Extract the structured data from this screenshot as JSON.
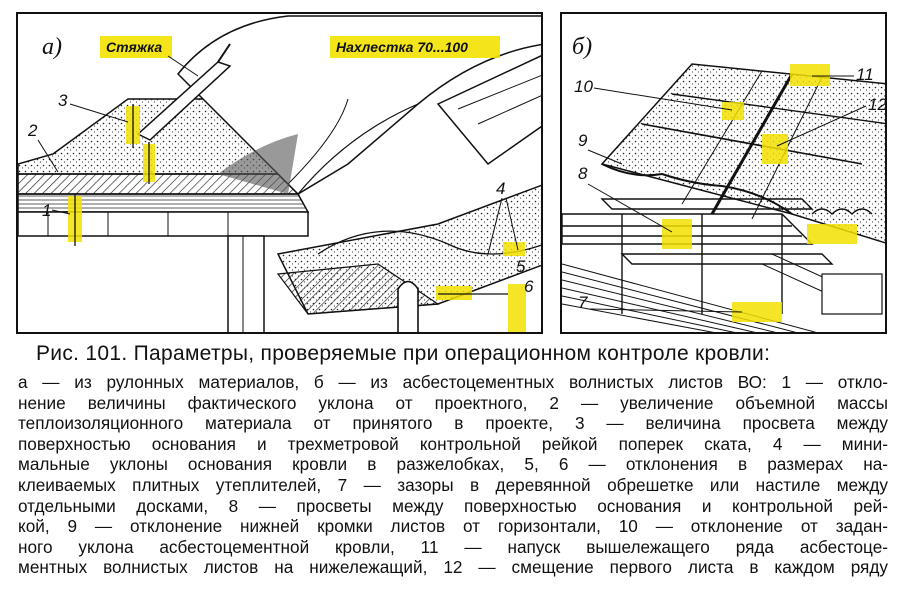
{
  "figure": {
    "panel_a": {
      "label": "а)",
      "tag_screed": "Стяжка",
      "tag_overlap": "Нахлестка 70...100",
      "callouts": [
        "1",
        "2",
        "3",
        "4",
        "5",
        "6"
      ]
    },
    "panel_b": {
      "label": "б)",
      "callouts": [
        "7",
        "8",
        "9",
        "10",
        "11",
        "12"
      ]
    },
    "highlight_color": "#f2e200"
  },
  "caption": {
    "title": "Рис. 101. Параметры, проверяемые при операционном контроле кровли:",
    "lines": [
      "а — из рулонных материалов, б — из асбестоцементных волнистых листов ВО: 1 — откло-",
      "нение величины фактического уклона от проектного, 2 — увеличение объемной массы",
      "теплоизоляционного материала от принятого в проекте, 3 — величина просвета между",
      "поверхностью основания и трехметровой контрольной рейкой поперек ската, 4 — мини-",
      "мальные уклоны основания кровли в разжелобках, 5, 6 — отклонения в размерах на-",
      "клеиваемых плитных утеплителей, 7 — зазоры в деревянной обрешетке или настиле между",
      "отдельными досками, 8 — просветы между поверхностью основания и контрольной рей-",
      "кой, 9 — отклонение нижней кромки листов от горизонтали, 10 — отклонение от задан-",
      "ного уклона асбестоцементной кровли, 11 — напуск вышележащего ряда асбестоце-",
      "ментных волнистых листов на нижележащий, 12 — смещение первого листа в каждом ряду"
    ]
  }
}
